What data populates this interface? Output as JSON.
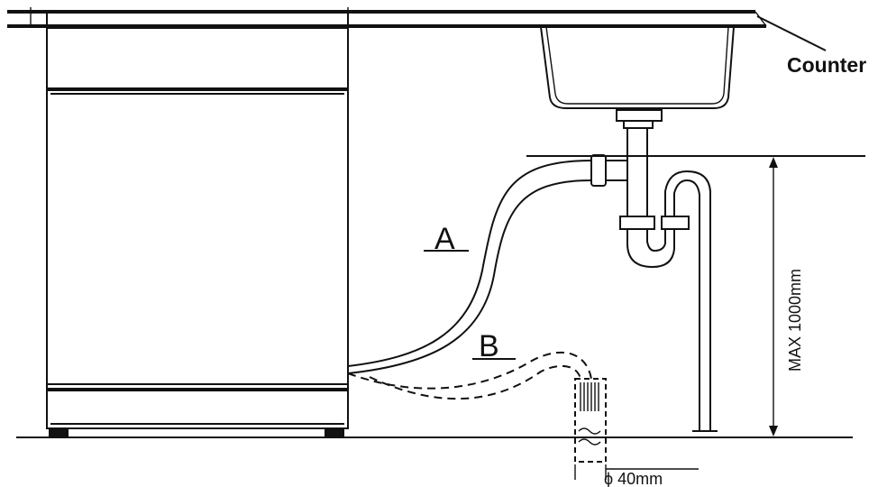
{
  "labels": {
    "counter": "Counter",
    "hose_a": "A",
    "hose_b": "B",
    "max_height": "MAX 1000mm",
    "diameter": "ϕ 40mm"
  }
}
